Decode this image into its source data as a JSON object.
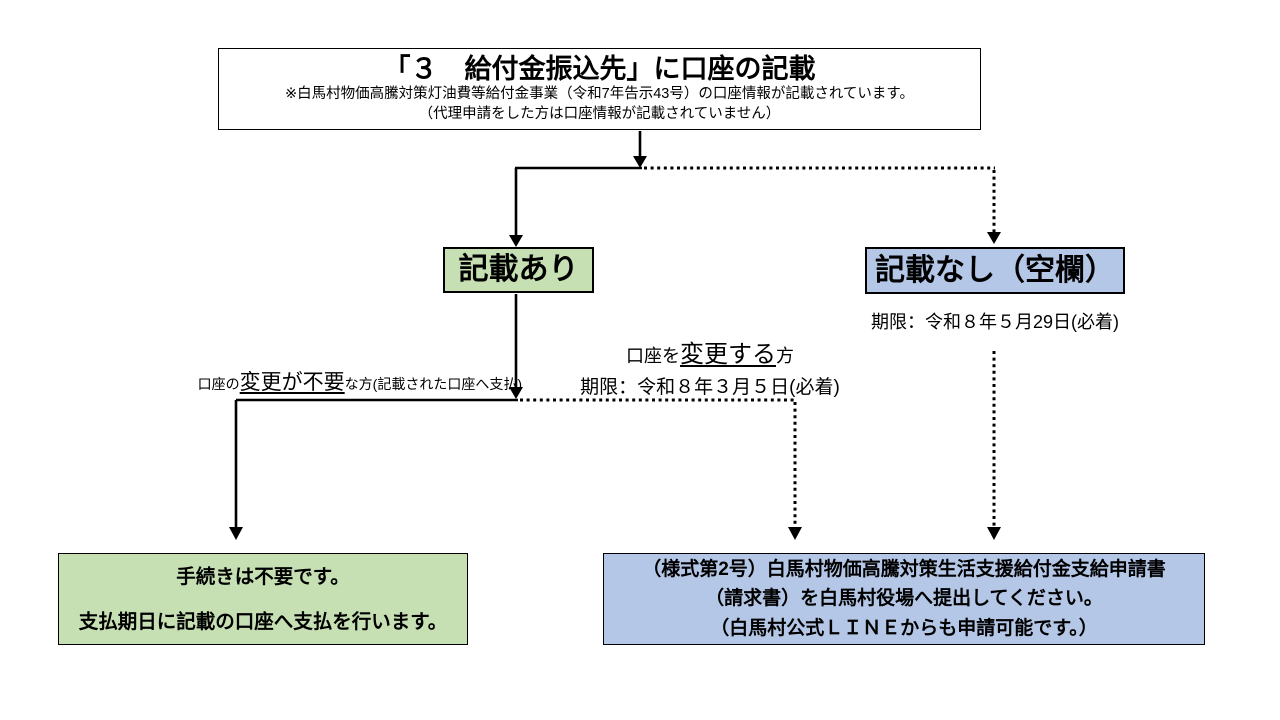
{
  "flowchart": {
    "top_box": {
      "title": "「３　給付金振込先」に口座の記載",
      "note1": "※白馬村物価高騰対策灯油費等給付金事業（令和7年告示43号）の口座情報が記載されています。",
      "note2": "（代理申請をした方は口座情報が記載されていません）"
    },
    "recorded_box": {
      "label": "記載あり"
    },
    "not_recorded_box": {
      "label": "記載なし（空欄）",
      "deadline": "期限：令和８年５月29日(必着)"
    },
    "no_change_label": {
      "prefix": "口座の",
      "emphasis": "変更が不要",
      "suffix": "な方(記載された口座へ支払)"
    },
    "change_label": {
      "prefix": "口座を",
      "emphasis": "変更する",
      "suffix": "方",
      "deadline": "期限：令和８年３月５日(必着)"
    },
    "no_action_box": {
      "line1": "手続きは不要です。",
      "line2": "支払期日に記載の口座へ支払を行います。"
    },
    "apply_box": {
      "line1": "（様式第2号）白馬村物価高騰対策生活支援給付金支給申請書",
      "line2": "（請求書）を白馬村役場へ提出してください。",
      "line3": "（白馬村公式ＬＩＮＥからも申請可能です。）"
    },
    "colors": {
      "green_fill": "#c6e0b4",
      "blue_fill": "#b4c7e7",
      "line": "#000000"
    }
  }
}
